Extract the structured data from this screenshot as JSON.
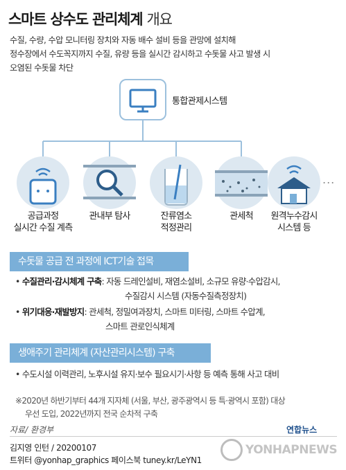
{
  "title": {
    "main": "스마트 상수도 관리체계",
    "sub": "개요"
  },
  "intro": [
    "수질, 수량, 수압 모니터링 장치와 자동 배수 설비 등을 관망에 설치해",
    "정수장에서 수도꼭지까지 수질, 유량 등을 실시간 감시하고 수돗물 사고 발생 시",
    "오염된 수돗물 차단"
  ],
  "hub": {
    "label": "통합관제시스템",
    "icon": "monitor-icon"
  },
  "components": [
    {
      "label": "공급과정\n실시간 수질 계측",
      "icon": "sensor-icon"
    },
    {
      "label": "관내부 탐사",
      "icon": "magnifier-icon"
    },
    {
      "label": "잔류염소\n적정관리",
      "icon": "beaker-icon"
    },
    {
      "label": "관세척",
      "icon": "pipe-icon"
    },
    {
      "label": "원격누수감시\n시스템 등",
      "icon": "house-signal-icon"
    }
  ],
  "more_marker": "...",
  "section1": {
    "header": "수돗물 공급 전 과정에 ICT기술 접목",
    "bullets": [
      {
        "head": "수질관리·감시체계 구축",
        "lines": [
          ": 자동 드레인설비, 재염소설비, 소규모 유량·수압감시,",
          "수질감시 시스템 (자동수질측정장치)"
        ]
      },
      {
        "head": "위기대응·재발방지",
        "lines": [
          ": 관세척, 정밀여과장치, 스마트 미터링, 스마트 수압계,",
          "스마트 관로인식체계"
        ]
      }
    ]
  },
  "section2": {
    "header": "생애주기 관리체계 (자산관리시스템) 구축",
    "bullets": [
      {
        "text": "수도시설 이력관리, 노후시설 유지·보수 필요시기·사항 등 예측 통해 사고 대비"
      }
    ]
  },
  "note": [
    "※2020년 하반기부터 44개 지자체 (서울, 부산, 광주광역시 등 특·광역시 포함) 대상",
    "우선 도입, 2022년까지 전국 순차적 구축"
  ],
  "source": "자료/ 환경부",
  "credit": {
    "line1": "김지영 인턴 / 20200107",
    "line2": "트위터 @yonhap_graphics  페이스북 tuney.kr/LeYN1"
  },
  "brand": "연합뉴스",
  "watermark": "YONHAPNEWS",
  "colors": {
    "accent": "#7aafd8",
    "circle": "#dde8f1",
    "line": "#9cc0dd"
  }
}
